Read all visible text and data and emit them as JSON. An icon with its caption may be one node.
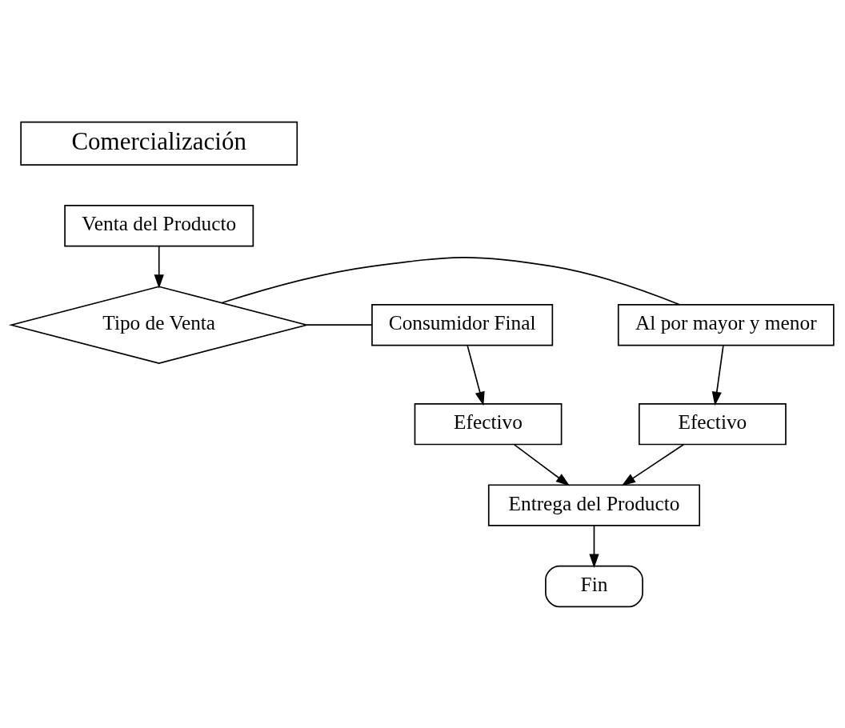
{
  "diagram": {
    "nodes": [
      {
        "text": [
          "Comercialización"
        ]
      },
      {
        "text": [
          "Venta del Producto"
        ]
      },
      {
        "text": [
          "Tipo de Venta"
        ]
      },
      {
        "text": [
          "Al por mayor y menor"
        ]
      },
      {
        "text": [
          "Consumidor Final"
        ]
      },
      {
        "text": [
          "Efectivo"
        ]
      },
      {
        "text": [
          "Efectivo"
        ]
      },
      {
        "text": [
          "Entrega del Producto"
        ]
      },
      {
        "text": [
          "Fin"
        ]
      }
    ],
    "edges": [
      {
        "from": 1,
        "to": 2,
        "arrow": "to"
      },
      {
        "from": 2,
        "to": 3,
        "arrow": "none"
      },
      {
        "from": 2,
        "to": 4,
        "arrow": "none"
      },
      {
        "from": 3,
        "to": 5,
        "arrow": "to"
      },
      {
        "from": 4,
        "to": 6,
        "arrow": "to"
      },
      {
        "from": 5,
        "to": 7,
        "arrow": "to"
      },
      {
        "from": 6,
        "to": 7,
        "arrow": "to"
      },
      {
        "from": 7,
        "to": 8,
        "arrow": "to"
      }
    ]
  }
}
